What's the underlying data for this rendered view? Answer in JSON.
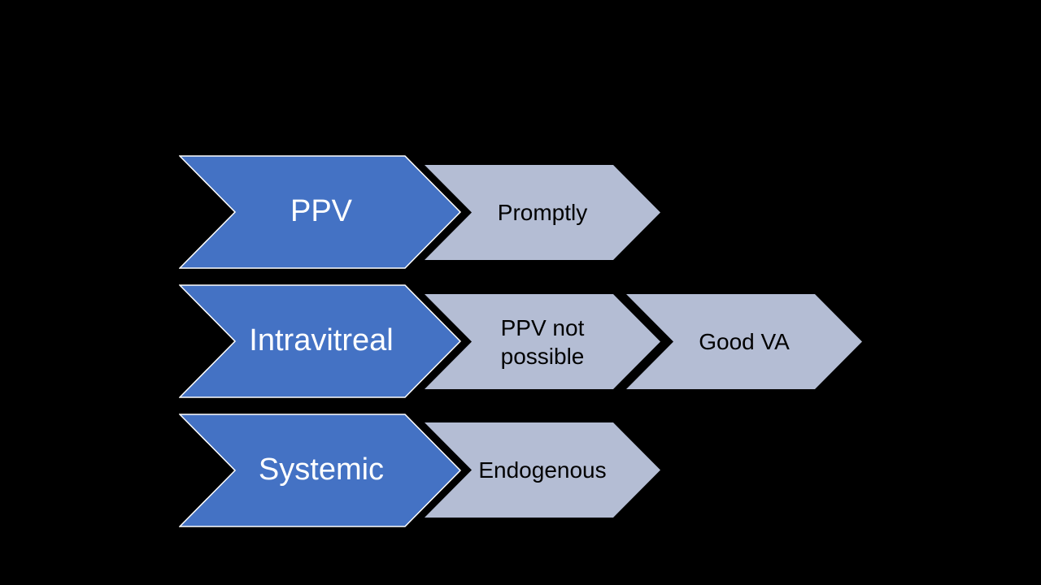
{
  "colors": {
    "background": "#000000",
    "primary_fill": "#4472c4",
    "primary_stroke": "#ffffff",
    "secondary_fill": "#b4bdd4",
    "primary_text": "#ffffff",
    "secondary_text": "#000000"
  },
  "rows": [
    {
      "label": "PPV",
      "steps": [
        "Promptly"
      ]
    },
    {
      "label": "Intravitreal",
      "steps": [
        "PPV not possible",
        "Good VA"
      ]
    },
    {
      "label": "Systemic",
      "steps": [
        "Endogenous"
      ]
    }
  ]
}
